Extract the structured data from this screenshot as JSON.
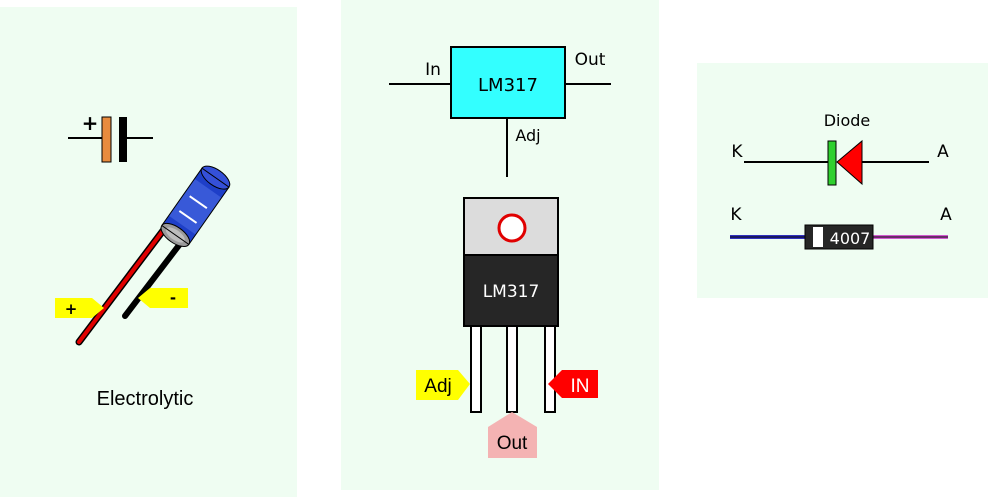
{
  "colors": {
    "panel_bg": "#effdf2",
    "regulator_box": "#33ffff",
    "package_tab": "#dcdcdc",
    "package_body": "#262626",
    "pin_tag_yellow": "#ffff00",
    "pin_tag_red": "#ff0000",
    "pin_tag_pink": "#f4b3b3",
    "cap_body_blue": "#1e3fc8",
    "cap_stripe": "#e88b3e",
    "diode_bar_green": "#2fd02f",
    "diode_triangle_red": "#ff0000",
    "lead_blue": "#3030c0",
    "lead_magenta": "#d05ad0"
  },
  "capacitor": {
    "plus_symbol": "+",
    "plus_tag": "+",
    "minus_tag": "-",
    "caption": "Electrolytic"
  },
  "regulator": {
    "symbol_label": "LM317",
    "in_label": "In",
    "out_label": "Out",
    "adj_label": "Adj",
    "package_label": "LM317",
    "pin_adj_tag": "Adj",
    "pin_in_tag": "IN",
    "pin_out_tag": "Out"
  },
  "diode": {
    "title": "Diode",
    "symbol_k": "K",
    "symbol_a": "A",
    "package_k": "K",
    "package_a": "A",
    "package_label": "4007"
  }
}
